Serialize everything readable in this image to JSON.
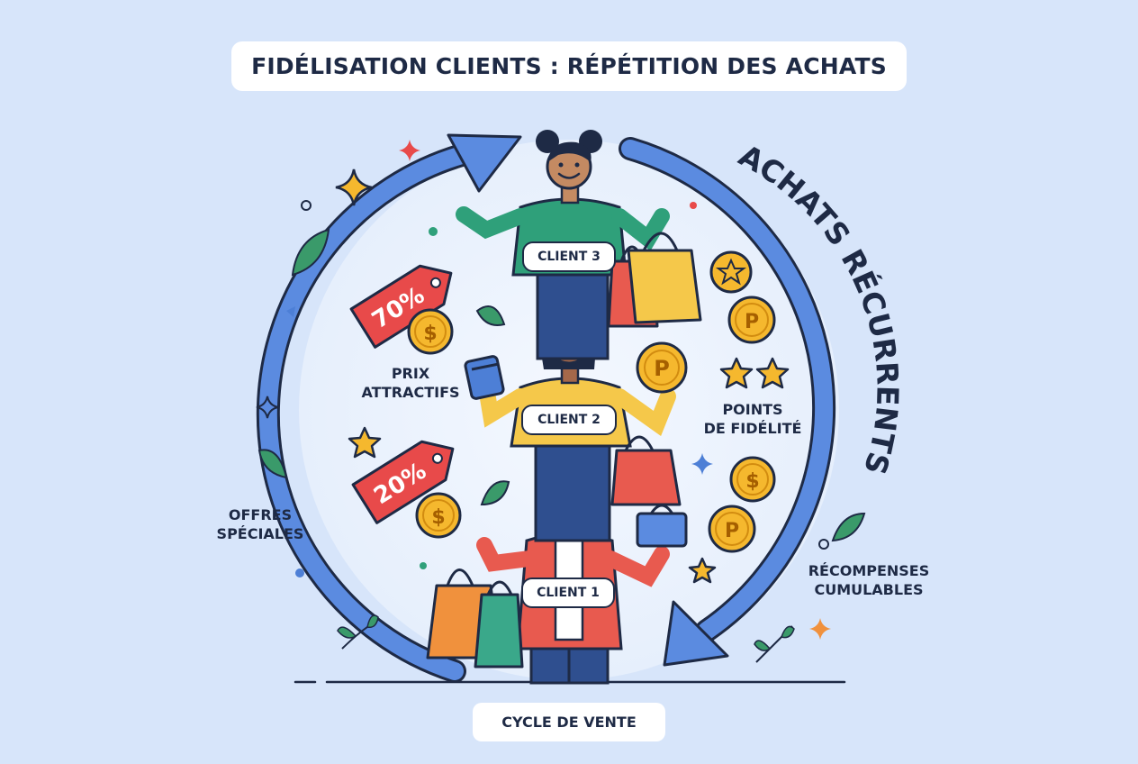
{
  "title": "FIDÉLISATION CLIENTS : RÉPÉTITION DES ACHATS",
  "arc_label": "ACHATS RÉCURRENTS",
  "bottom_label": "CYCLE DE VENTE",
  "clients": [
    "CLIENT 3",
    "CLIENT 2",
    "CLIENT 1"
  ],
  "left_labels": {
    "prix_line1": "PRIX",
    "prix_line2": "ATTRACTIFS",
    "offres_line1": "OFFRES",
    "offres_line2": "SPÉCIALES"
  },
  "right_labels": {
    "points_line1": "POINTS",
    "points_line2": "DE FIDÉLITÉ",
    "recomp_line1": "RÉCOMPENSES",
    "recomp_line2": "CUMULABLES"
  },
  "tags": {
    "tag_top": "70%",
    "tag_bottom": "20%"
  },
  "coin_symbols": {
    "dollar": "$",
    "points": "P"
  },
  "colors": {
    "background": "#d7e5fa",
    "arrow": "#4d7fd6",
    "outline": "#1e2a45",
    "tag_red": "#e84a4a",
    "coin_gold": "#f5b82e",
    "leaf_green": "#3a9a6a"
  }
}
